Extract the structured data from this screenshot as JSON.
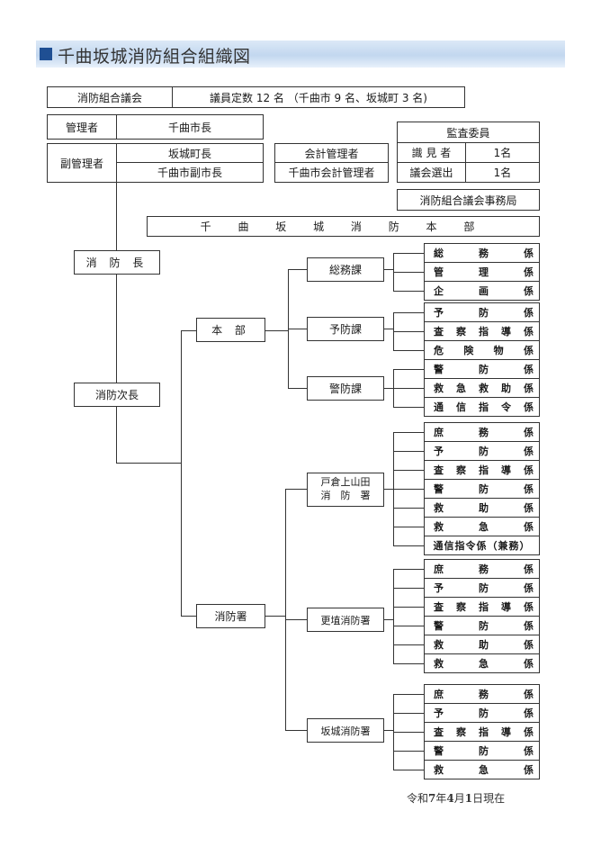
{
  "title": "千曲坂城消防組合組織図",
  "council": {
    "label": "消防組合議会",
    "detail": "議員定数 12 名 （千曲市 9 名、坂城町 3 名)"
  },
  "manager": {
    "label": "管理者",
    "value": "千曲市長"
  },
  "vice_manager": {
    "label": "副管理者",
    "values": [
      "坂城町長",
      "千曲市副市長"
    ]
  },
  "accounting": {
    "label": "会計管理者",
    "value": "千曲市会計管理者"
  },
  "auditors": {
    "label": "監査委員",
    "rows": [
      {
        "type": "識 見 者",
        "count": "1名"
      },
      {
        "type": "議会選出",
        "count": "1名"
      }
    ]
  },
  "secretariat": "消防組合議会事務局",
  "hq_banner": "千 曲 坂 城 消 防 本 部",
  "chief": "消 防 長",
  "deputy_chief": "消防次長",
  "honbu": "本 部",
  "shobosho": "消防署",
  "divisions": [
    {
      "name": "総務課",
      "sections": [
        "総務係",
        "管理係",
        "企画係"
      ]
    },
    {
      "name": "予防課",
      "sections": [
        "予防係",
        "査察指導係",
        "危険物係"
      ]
    },
    {
      "name": "警防課",
      "sections": [
        "警防係",
        "救急救助係",
        "通信指令係"
      ]
    }
  ],
  "stations": [
    {
      "name": "戸倉上山田\n消　防　署",
      "sections": [
        "庶務係",
        "予防係",
        "査察指導係",
        "警防係",
        "救助係",
        "救急係"
      ],
      "extra": "通信指令係（兼務）"
    },
    {
      "name": "更埴消防署",
      "sections": [
        "庶務係",
        "予防係",
        "査察指導係",
        "警防係",
        "救助係",
        "救急係"
      ]
    },
    {
      "name": "坂城消防署",
      "sections": [
        "庶務係",
        "予防係",
        "査察指導係",
        "警防係",
        "救急係"
      ]
    }
  ],
  "footer": {
    "era": "令和",
    "year": "7",
    "year_unit": "年",
    "month": "4",
    "month_unit": "月",
    "day": "1",
    "suffix": "日現在"
  }
}
